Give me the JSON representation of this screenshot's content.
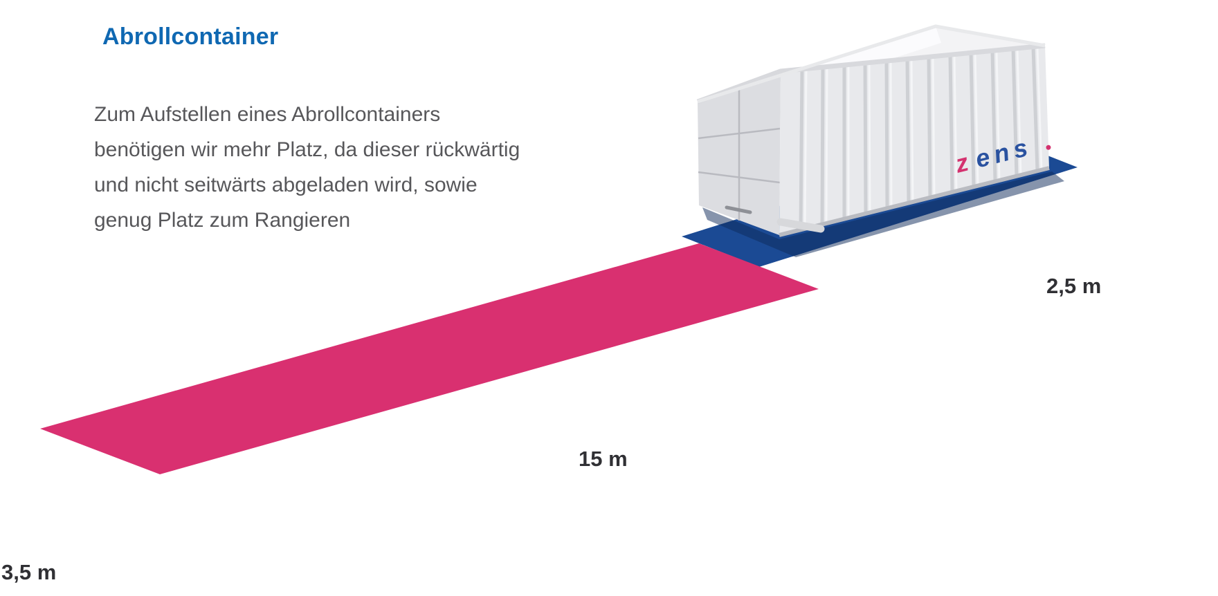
{
  "title": "Abrollcontainer",
  "intro": {
    "lines": [
      "Zum Aufstellen eines Abrollcontainers",
      "benötigen wir mehr Platz, da dieser rückwärtig",
      "und nicht seitwärts abgeladen wird, sowie",
      "genug Platz zum Rangieren"
    ]
  },
  "measurements": {
    "container_area_width": "2,5 m",
    "maneuver_length": "15 m",
    "access_width": "3,5 m"
  },
  "container": {
    "logo_z": "z",
    "logo_ens": "ens"
  },
  "colors": {
    "title_blue": "#0f68b2",
    "body_text": "#57575a",
    "label_text": "#303034",
    "pink_area": "#d93070",
    "blue_area": "#1b4a94",
    "blue_shadow": "#0d2a5a",
    "container_side": "#e8e9ec",
    "container_door": "#dcdde1",
    "container_interior": "#f3f3f5",
    "container_inner_wall": "#fbfbfd",
    "logo_z_color": "#d4326f",
    "logo_ens_color": "#2a52a0"
  }
}
